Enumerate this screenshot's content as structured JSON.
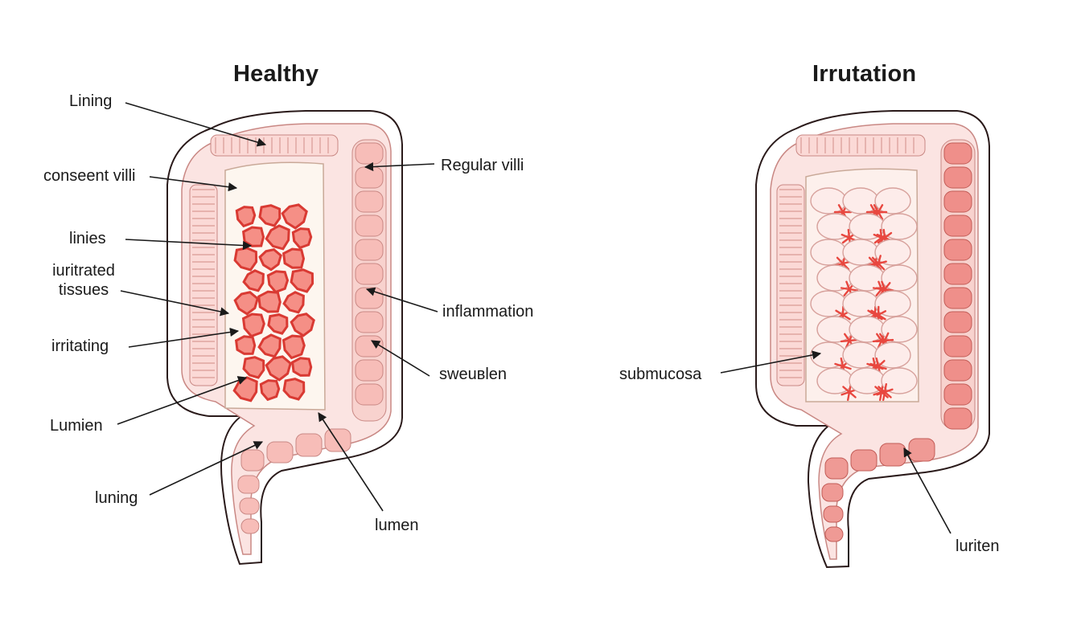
{
  "panels": {
    "healthy": {
      "title": "Healthy",
      "labels": {
        "lining": "Lining",
        "conseent_villi": "conseent villi",
        "linies": "linies",
        "iuritrated_tissues": "iuritrated tissues",
        "irritating": "irritating",
        "lumien": "Lumien",
        "luning": "luning",
        "regular_villi": "Regular villi",
        "inflammation": "inflammation",
        "sweublen": "sweuʙlen",
        "lumen": "lumen"
      }
    },
    "irritation": {
      "title": "Irrutation",
      "labels": {
        "submucosa": "submucosa",
        "luriten": "luriten"
      }
    }
  },
  "colors": {
    "outline": "#2a1a1a",
    "pale_pink": "#fbe4e2",
    "wall_pink": "#f6c4c0",
    "segment_pink": "#f2a8a4",
    "inflamed_red": "#e8473f",
    "deep_red": "#d93a33",
    "cream": "#fdf6ef"
  }
}
